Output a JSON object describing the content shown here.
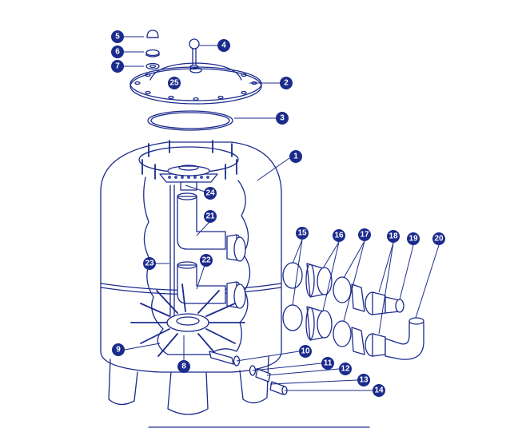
{
  "diagram": {
    "line_color": "#1b2b8c",
    "badge_color": "#1b2b8c",
    "parts": [
      {
        "id": "p1",
        "number": "1"
      },
      {
        "id": "p2",
        "number": "2"
      },
      {
        "id": "p3",
        "number": "3"
      },
      {
        "id": "p4",
        "number": "4"
      },
      {
        "id": "p5",
        "number": "5"
      },
      {
        "id": "p6",
        "number": "6"
      },
      {
        "id": "p7",
        "number": "7"
      },
      {
        "id": "p8",
        "number": "8"
      },
      {
        "id": "p9",
        "number": "9"
      },
      {
        "id": "p10",
        "number": "10"
      },
      {
        "id": "p11",
        "number": "11"
      },
      {
        "id": "p12",
        "number": "12"
      },
      {
        "id": "p13",
        "number": "13"
      },
      {
        "id": "p14",
        "number": "14"
      },
      {
        "id": "p15",
        "number": "15"
      },
      {
        "id": "p16",
        "number": "16"
      },
      {
        "id": "p17",
        "number": "17"
      },
      {
        "id": "p18",
        "number": "18"
      },
      {
        "id": "p19",
        "number": "19"
      },
      {
        "id": "p20",
        "number": "20"
      },
      {
        "id": "p21",
        "number": "21"
      },
      {
        "id": "p22",
        "number": "22"
      },
      {
        "id": "p23",
        "number": "23"
      },
      {
        "id": "p24",
        "number": "24"
      },
      {
        "id": "p25",
        "number": "25"
      }
    ]
  }
}
